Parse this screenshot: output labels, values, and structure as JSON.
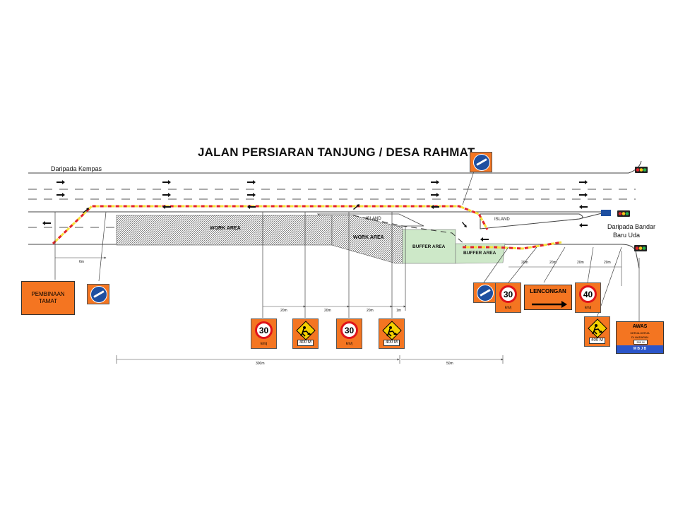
{
  "title": "JALAN PERSIARAN TANJUNG / DESA RAHMAT",
  "origins": {
    "kempas": "Daripada Kempas",
    "bandar_baru_uda_line1": "Daripada Bandar",
    "bandar_baru_uda_line2": "Baru Uda"
  },
  "areas": {
    "work_area_1": "WORK AREA",
    "work_area_2": "WORK AREA",
    "buffer_area_1": "BUFFER AREA",
    "buffer_area_2": "BUFFER AREA",
    "island_1": "ISLAND",
    "island_2": "ISLAND"
  },
  "signs": {
    "pembinaan_tamat": "PEMBINAAN\nTAMAT",
    "lencongan": "LENCONGAN",
    "speed_30_a": "30",
    "speed_30_b": "30",
    "speed_30_c": "30",
    "speed_40": "40",
    "speed_unit": "km/j",
    "work_distance": "400 M",
    "awas_title": "AWAS",
    "awas_line1": "KERJA-KERJA",
    "awas_line2": "DI HADAPAN",
    "awas_distance": "500 M",
    "awas_authority": "M B J B"
  },
  "dimensions": {
    "d_6m": "6m",
    "d_20m_1": "20m",
    "d_20m_2": "20m",
    "d_20m_3": "20m",
    "d_1m": "1m",
    "d_20m_4": "20m",
    "d_20m_5": "20m",
    "d_20m_6": "20m",
    "d_20m_7": "20m",
    "d_300m": "300m",
    "d_50m": "50m"
  },
  "colors": {
    "sign_orange": "#f47521",
    "speed_ring_red": "#e0141a",
    "mandatory_blue": "#1e4fa0",
    "buffer_green": "#cde8c8",
    "cone_red": "#e3252a",
    "cone_yellow": "#f5e23b",
    "awas_blue": "#2b55c9"
  },
  "icons": [
    "traffic-light-icon",
    "keep-left-sign-icon",
    "worker-sign-icon",
    "lane-arrow-icon"
  ]
}
